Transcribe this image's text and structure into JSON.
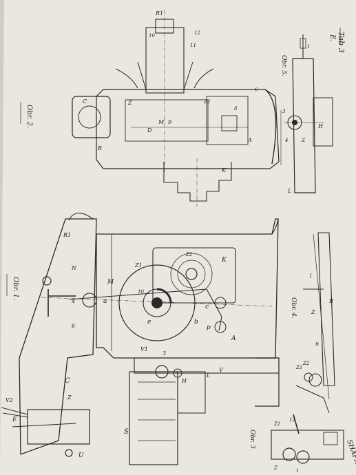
{
  "sheet": {
    "plate": "Tab 3",
    "plate_sub": "E.",
    "caption": "SHAPING."
  },
  "figures": {
    "obr1": "Obr. 1.",
    "obr2": "Obr. 2.",
    "obr3": "Obr. 3.",
    "obr4": "Obr. 4.",
    "obr5": "Obr. 5."
  },
  "labels": {
    "fig1": [
      "R1",
      "N",
      "M",
      "a",
      "Z1",
      "10",
      "e",
      "b",
      "c",
      "p",
      "A",
      "K",
      "Z2",
      "V1",
      "3",
      "4",
      "6",
      "C",
      "E",
      "U",
      "S",
      "H",
      "L",
      "V",
      "Z",
      "V2"
    ],
    "fig2": [
      "R1",
      "10",
      "12",
      "11",
      "C",
      "Z",
      "Z2",
      "D",
      "M",
      "9",
      "A",
      "B",
      "K",
      "c",
      "8"
    ],
    "fig3": [
      "Z1",
      "12",
      "Z",
      "1"
    ],
    "fig4": [
      "Z1",
      "Z2",
      "n",
      "B",
      "Z",
      "l"
    ],
    "fig5": [
      "L",
      "H",
      "3",
      "1",
      "4",
      "Z"
    ]
  },
  "colors": {
    "paper": "#e9e7e0",
    "ink": "#2a2926",
    "background": "#cfcdc6"
  }
}
